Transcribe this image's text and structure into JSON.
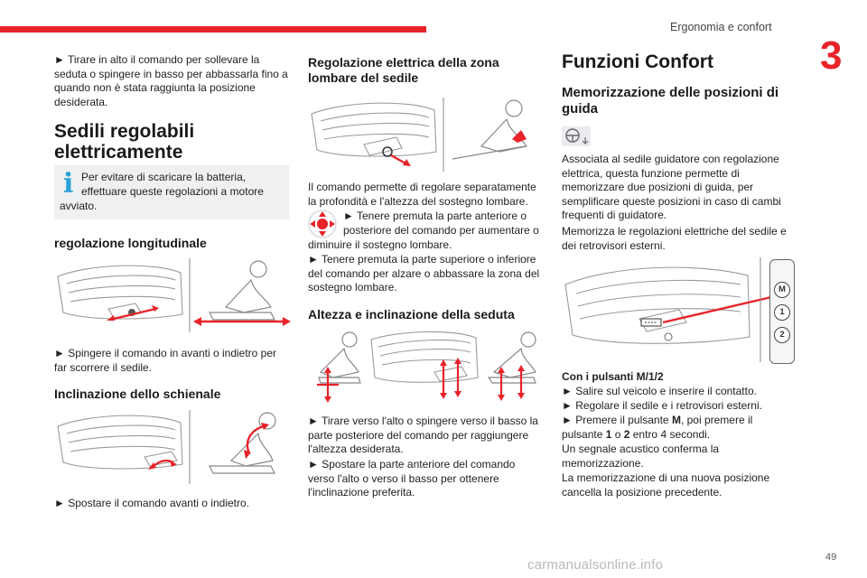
{
  "header": {
    "section_title": "Ergonomia e confort",
    "chapter_number": "3"
  },
  "col1": {
    "intro": "► Tirare in alto il comando per sollevare la seduta o spingere in basso per abbassarla fino a quando non è stata raggiunta la posizione desiderata.",
    "title_line1": "Sedili regolabili",
    "title_line2": "elettricamente",
    "info_line1": "Per evitare di scaricare la batteria,",
    "info_line2": "effettuare queste regolazioni a motore",
    "info_line3": "avviato.",
    "sub1": "regolazione longitudinale",
    "sub1_text": "► Spingere il comando in avanti o indietro per far scorrere il sedile.",
    "sub2": "Inclinazione dello schienale",
    "sub2_text": "► Spostare il comando avanti o indietro."
  },
  "col2": {
    "title_line1": "Regolazione elettrica della zona",
    "title_line2": "lombare del sedile",
    "text1": "Il comando permette di regolare separatamente la profondità e l'altezza del sostegno lombare.",
    "text2a": "► Tenere premuta la parte anteriore o",
    "text2b": "posteriore del comando per aumentare o",
    "text2c": "diminuire il sostegno lombare.",
    "text3": "► Tenere premuta la parte superiore o inferiore del comando per alzare o abbassare la zona del sostegno lombare.",
    "sub3": "Altezza e inclinazione della seduta",
    "text4": "► Tirare verso l'alto o spingere verso il basso la parte posteriore del comando per raggiungere l'altezza desiderata.",
    "text5": "► Spostare la parte anteriore del comando verso l'alto o verso il basso per ottenere l'inclinazione preferita."
  },
  "col3": {
    "title": "Funzioni Confort",
    "sub_line1": "Memorizzazione delle posizioni di",
    "sub_line2": "guida",
    "text1": "Associata al sedile guidatore con regolazione elettrica, questa funzione permette di memorizzare due posizioni di guida, per semplificare queste posizioni in caso di cambi frequenti di guidatore.",
    "text2": "Memorizza le regolazioni elettriche del sedile e dei retrovisori esterni.",
    "btn_m": "M",
    "btn_1": "1",
    "btn_2": "2",
    "steps_title": "Con i pulsanti M/1/2",
    "step1": "► Salire sul veicolo e inserire il contatto.",
    "step2": "► Regolare il sedile e i retrovisori esterni.",
    "step3_a": "► Premere il pulsante ",
    "step3_m": "M",
    "step3_b": ", poi premere il",
    "step3_c": "pulsante ",
    "step3_1": "1",
    "step3_o": " o ",
    "step3_2": "2",
    "step3_d": " entro 4 secondi.",
    "text3": "Un segnale acustico conferma la memorizzazione.",
    "text4": "La memorizzazione di una nuova posizione cancella la posizione precedente."
  },
  "footer": {
    "page_number": "49",
    "watermark": "carmanualsonline.info"
  }
}
